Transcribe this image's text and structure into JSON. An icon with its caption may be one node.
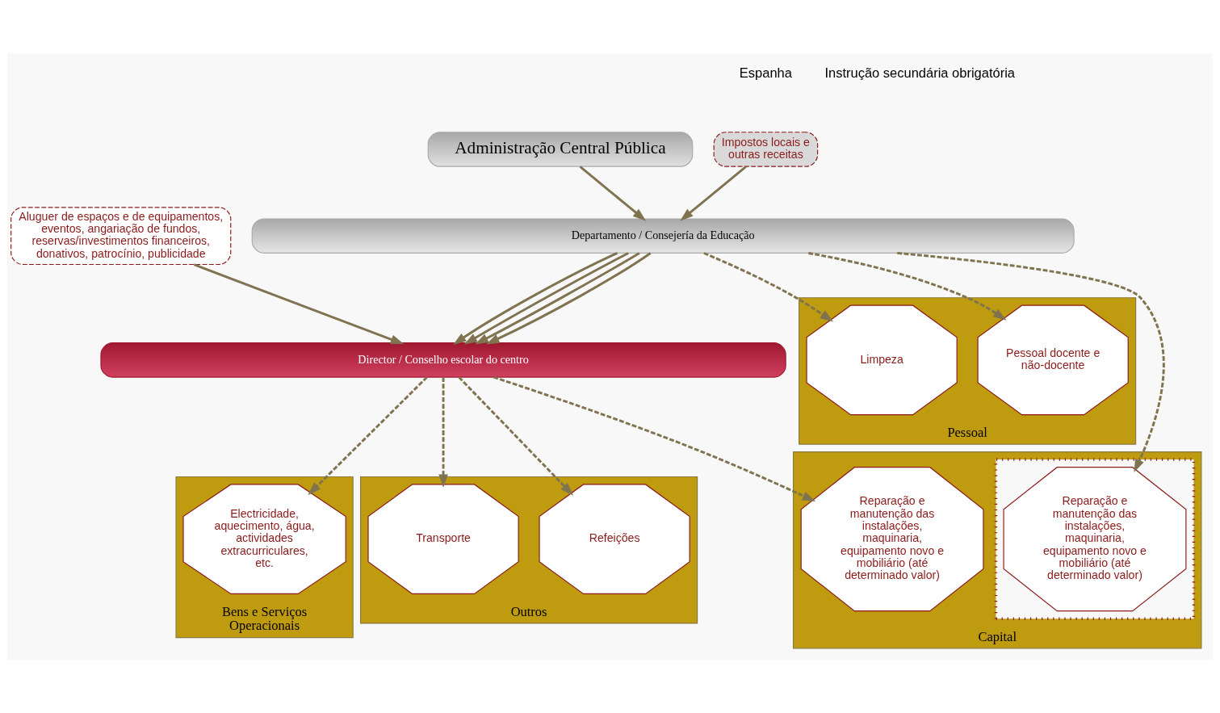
{
  "diagram": {
    "nodes": [
      {
        "text": [
          "Impostos locais e outras receitas"
        ]
      },
      {
        "text": [
          "Administração Central Pública"
        ]
      },
      {
        "text": [
          "Departamento / Consejería da Educação"
        ]
      },
      {
        "text": [
          "Aluguer de espaços e de equipamentos, eventos, angariação de fundos, reservas/investimentos financeiros, donativos, patrocínio, publicidade"
        ]
      },
      {
        "text": [
          "Director / Conselho escolar do centro"
        ]
      },
      {
        "text": [
          "Pessoal"
        ]
      },
      {
        "text": [
          "Pessoal docente e não-docente"
        ],
        "in": 5
      },
      {
        "text": [
          "Limpeza"
        ],
        "in": 5
      },
      {
        "text": [
          "Bens e Serviços Operacionais"
        ]
      },
      {
        "text": [
          "Electricidade, aquecimento, água, actividades extracurriculares, etc."
        ],
        "in": 8
      },
      {
        "text": [
          "Capital"
        ]
      },
      {
        "text": [
          "Reparação e manutenção das instalações, maquinaria, equipamento novo e mobiliário (até determinado valor)"
        ],
        "in": 10
      },
      {
        "text": [],
        "shape": "box",
        "in": 10
      },
      {
        "text": [
          "Reparação e manutenção das instalações, maquinaria, equipamento novo e mobiliário (até determinado valor)"
        ],
        "in": 12
      },
      {
        "text": [
          "Outros"
        ]
      },
      {
        "text": [
          "Refeições"
        ],
        "in": 14
      },
      {
        "text": [
          "Transporte"
        ],
        "in": 14
      }
    ],
    "edges": [
      {
        "from": 0,
        "to": 2,
        "arrow": "to"
      },
      {
        "from": 1,
        "to": 2,
        "arrow": "to"
      },
      {
        "from": 2,
        "to": 6,
        "arrow": "to",
        "style": "dashed"
      },
      {
        "from": 2,
        "to": 7,
        "arrow": "to",
        "style": "dashed"
      },
      {
        "from": 2,
        "to": 4,
        "arrow": "to"
      },
      {
        "from": 2,
        "to": 4,
        "arrow": "to"
      },
      {
        "from": 2,
        "to": 13,
        "arrow": "to",
        "style": "dashed"
      },
      {
        "from": 2,
        "to": 4,
        "arrow": "to"
      },
      {
        "from": 2,
        "to": 4,
        "arrow": "to"
      },
      {
        "from": 3,
        "to": 4,
        "arrow": "to"
      },
      {
        "from": 4,
        "to": 9,
        "arrow": "to",
        "style": "dashed"
      },
      {
        "from": 4,
        "to": 11,
        "arrow": "to",
        "style": "dashed"
      },
      {
        "from": 4,
        "to": 15,
        "arrow": "to",
        "style": "dashed"
      },
      {
        "from": 4,
        "to": 16,
        "arrow": "to",
        "style": "dashed"
      }
    ],
    "labels": [
      "Espanha",
      "Instrução secundária obrigatória"
    ]
  }
}
